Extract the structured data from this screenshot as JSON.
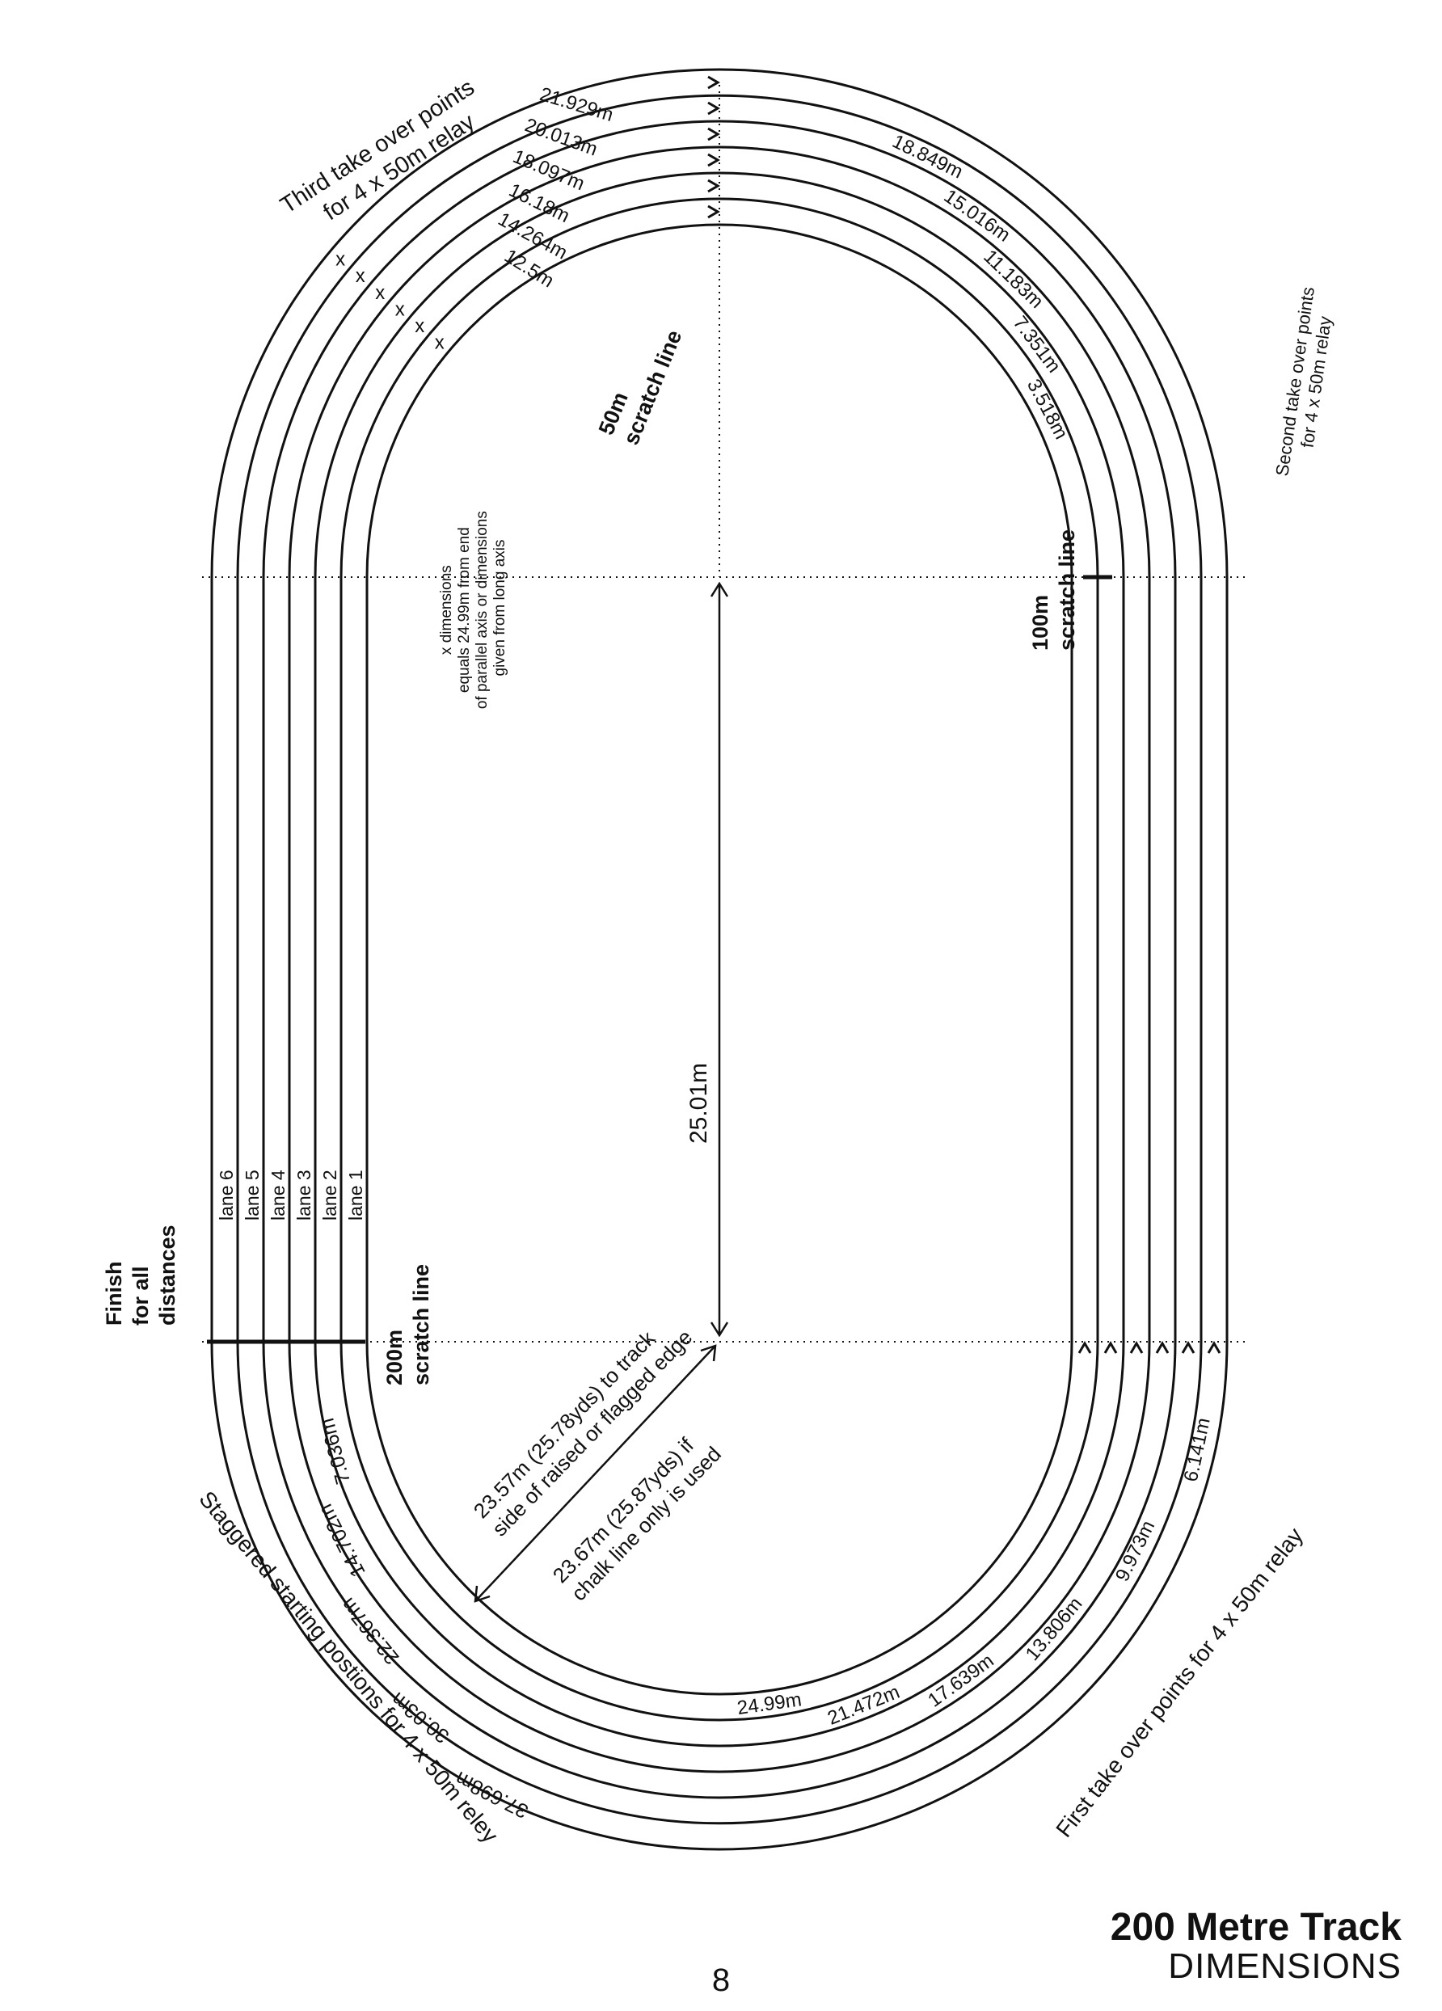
{
  "title": {
    "main": "200 Metre Track",
    "sub": "DIMENSIONS"
  },
  "page_number": "8",
  "lanes": [
    "lane 1",
    "lane 2",
    "lane 3",
    "lane 4",
    "lane 5",
    "lane 6"
  ],
  "labels": {
    "finish": [
      "Finish",
      "for all",
      "distances"
    ],
    "scratch_200": [
      "200m",
      "scratch line"
    ],
    "scratch_100": [
      "100m",
      "scratch line"
    ],
    "scratch_50": [
      "50m",
      "scratch line"
    ],
    "third_takeover": [
      "Third take over points",
      "for 4 x 50m relay"
    ],
    "second_takeover": [
      "Second take over points",
      "for 4 x 50m relay"
    ],
    "first_takeover": "First take over points for 4 x 50m relay",
    "staggered": "Staggered starting postions for 4 x 50m reley",
    "x_note": [
      "x dimensions",
      "equals 24.99m from end",
      "of parallel axis or dimensions",
      "given from long axis"
    ],
    "x_mark": "x",
    "axis_length": "25.01m",
    "diag_1": [
      "23.57m (25.78yds) to track",
      "side of raised or flagged edge"
    ],
    "diag_2": [
      "23.67m (25.87yds) if",
      "chalk line only is used"
    ]
  },
  "third_takeover_distances": [
    "12.5m",
    "14.264m",
    "16.18m",
    "18.097m",
    "20.013m",
    "21.929m"
  ],
  "second_takeover_distances": [
    "3.518m",
    "7.351m",
    "11.183m",
    "15.016m",
    "18.849m"
  ],
  "first_takeover_distances": [
    "6.141m",
    "9.973m",
    "13.806m",
    "17.639m",
    "21.472m",
    "24.99m"
  ],
  "staggered_distances": [
    "7.036m",
    "14.702m",
    "22.367m",
    "30.03m",
    "37.698m"
  ]
}
